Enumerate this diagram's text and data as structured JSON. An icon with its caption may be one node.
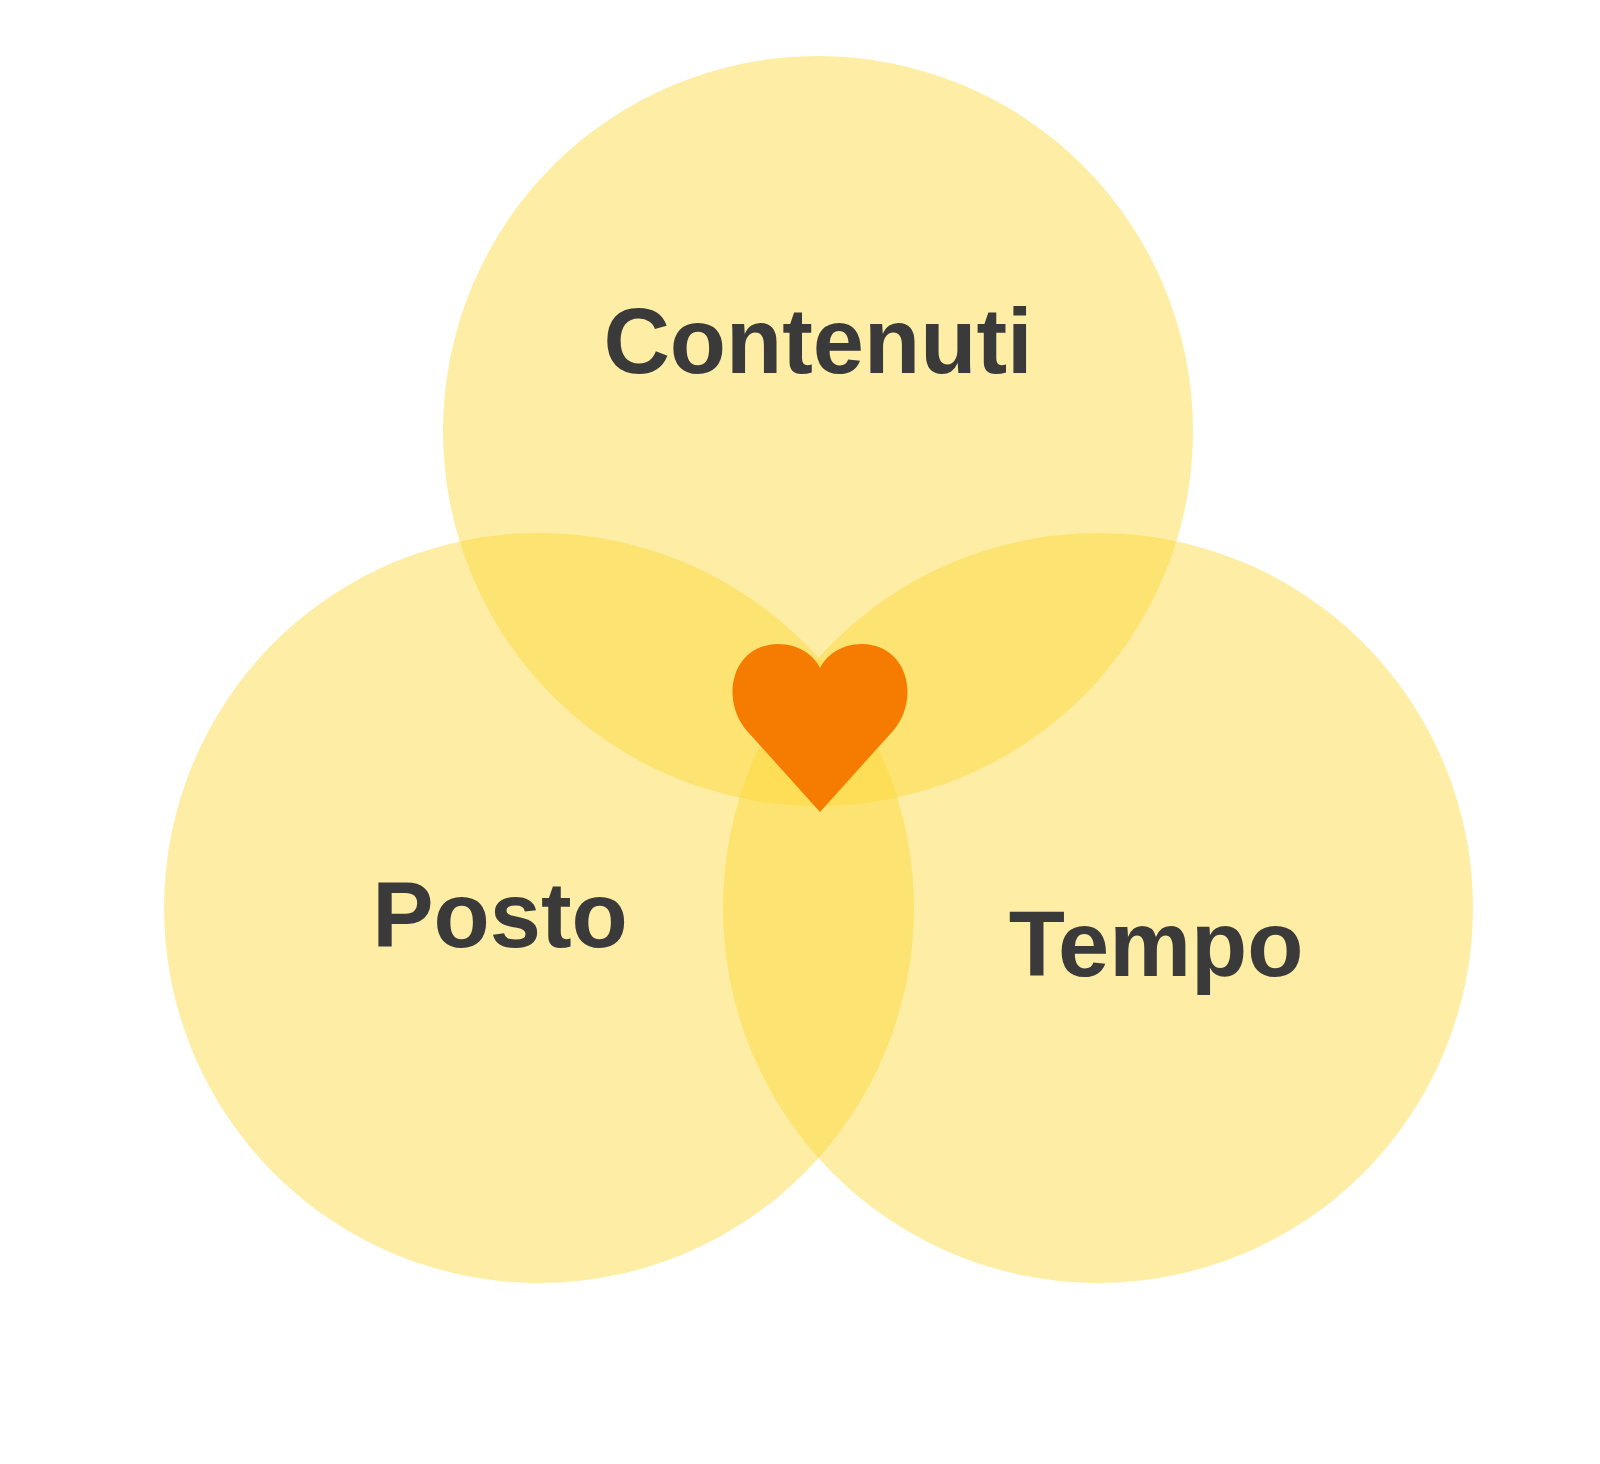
{
  "diagram": {
    "nodes": [
      {
        "text": [
          "Contenuti"
        ]
      },
      {
        "text": [
          "Posto"
        ]
      },
      {
        "text": [
          "Tempo"
        ]
      }
    ]
  }
}
